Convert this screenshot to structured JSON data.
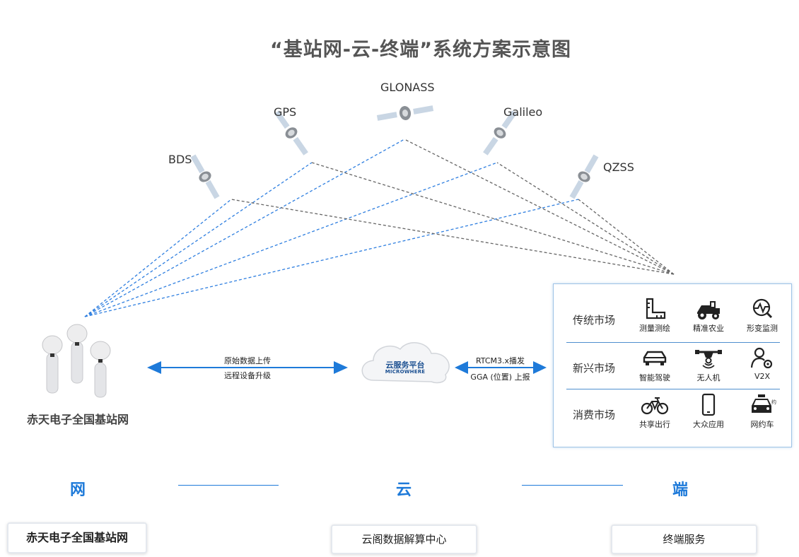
{
  "title": "“基站网-云-终端”系统方案示意图",
  "satellites": [
    "BDS",
    "GPS",
    "GLONASS",
    "Galileo",
    "QZSS"
  ],
  "network_label": "赤天电子全国基站网",
  "cloud": {
    "name": "云服务平台",
    "sub": "MICROWHERE"
  },
  "left_arrow": {
    "line1": "原始数据上传",
    "line2": "远程设备升级"
  },
  "right_arrow": {
    "line1": "RTCM3.x播发",
    "line2": "GGA (位置) 上报"
  },
  "markets": [
    {
      "title": "传统市场",
      "apps": [
        {
          "label": "测量测绘",
          "icon": "ruler-icon"
        },
        {
          "label": "精准农业",
          "icon": "tractor-icon"
        },
        {
          "label": "形变监测",
          "icon": "monitor-icon"
        }
      ]
    },
    {
      "title": "新兴市场",
      "apps": [
        {
          "label": "智能驾驶",
          "icon": "car-icon"
        },
        {
          "label": "无人机",
          "icon": "drone-icon"
        },
        {
          "label": "V2X",
          "icon": "v2x-icon"
        }
      ]
    },
    {
      "title": "消费市场",
      "apps": [
        {
          "label": "共享出行",
          "icon": "bicycle-icon"
        },
        {
          "label": "大众应用",
          "icon": "phone-icon"
        },
        {
          "label": "网约车",
          "icon": "taxi-icon"
        }
      ]
    }
  ],
  "sections": {
    "net": "网",
    "cloud": "云",
    "terminal": "端"
  },
  "boxes": {
    "net": "赤天电子全国基站网",
    "cloud": "云阁数据解算中心",
    "terminal": "终端服务"
  },
  "colors": {
    "accent": "#1e7ad9",
    "dash_blue": "#2f7fe0",
    "dash_gray": "#666666"
  }
}
